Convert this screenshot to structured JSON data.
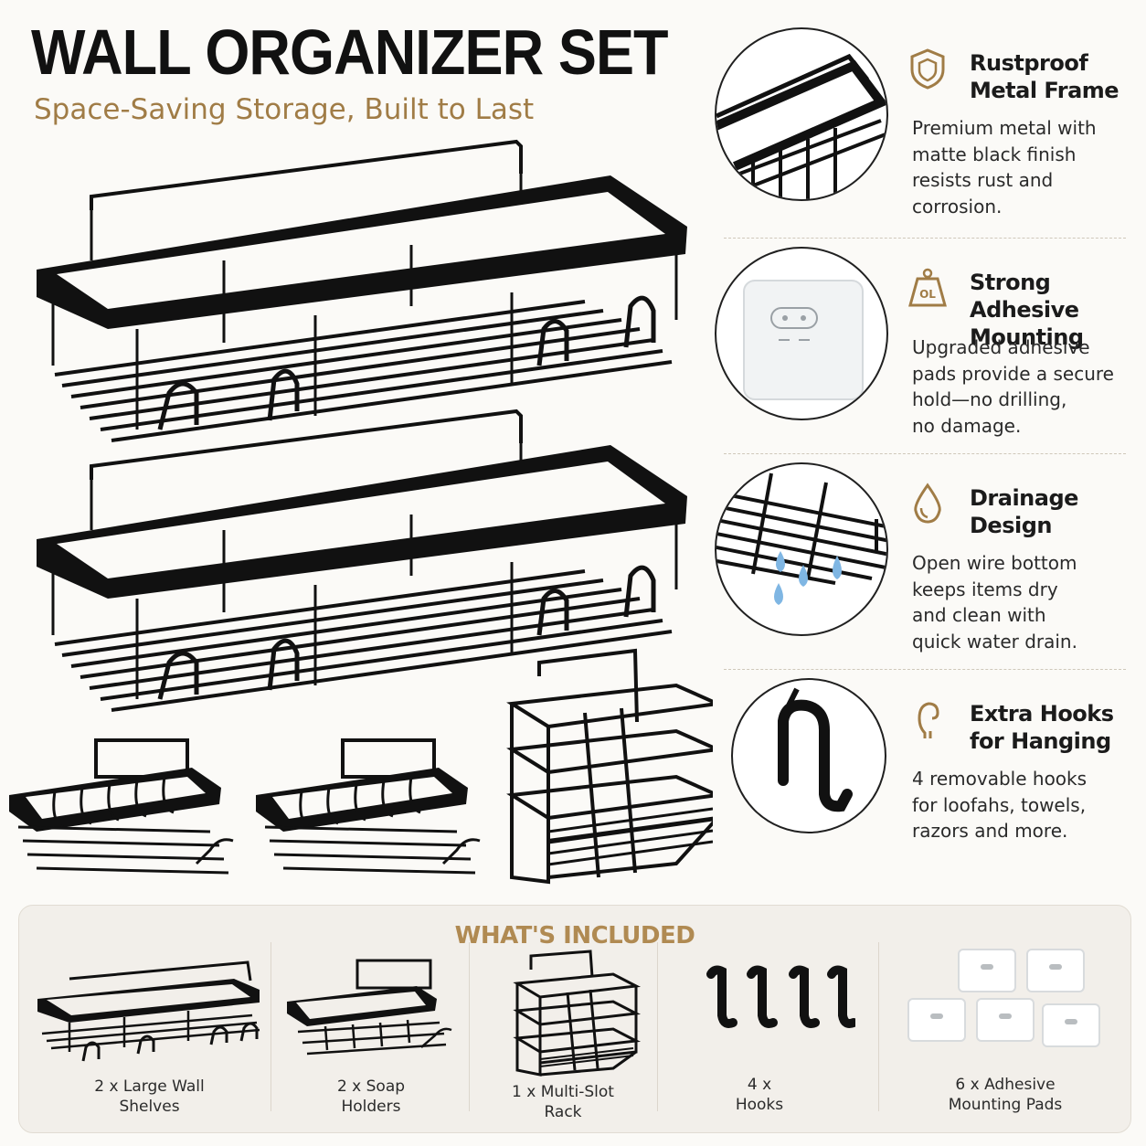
{
  "header": {
    "title": "WALL ORGANIZER SET",
    "subtitle": "Space-Saving Storage, Built to Last"
  },
  "colors": {
    "accent_gold": "#a07c46",
    "metal_black": "#111111",
    "background": "#fbfaf7",
    "water_blue": "#7fb6e3"
  },
  "features": [
    {
      "icon": "shield-icon",
      "heading_line1": "Rustproof",
      "heading_line2": "Metal Frame",
      "text_lines": [
        "Premium metal with",
        "matte black finish",
        "resists rust and",
        "corrosion."
      ]
    },
    {
      "icon": "weight-icon",
      "icon_label": "OL",
      "heading_line1": "Strong Adhesive",
      "heading_line2": "Mounting",
      "text_lines": [
        "Upgraded adhesive",
        "pads provide a secure",
        "hold—no drilling,",
        "no damage."
      ]
    },
    {
      "icon": "water-drop-icon",
      "heading_line1": "Drainage",
      "heading_line2": "Design",
      "text_lines": [
        "Open wire bottom",
        "keeps items dry",
        "and clean with",
        "quick water drain."
      ]
    },
    {
      "icon": "hook-icon",
      "heading_line1": "Extra Hooks",
      "heading_line2": "for Hanging",
      "text_lines": [
        "4 removable hooks",
        "for loofahs, towels,",
        "razors and more."
      ]
    }
  ],
  "included": {
    "title": "WHAT'S INCLUDED",
    "items": [
      {
        "line1": "2 x Large Wall",
        "line2": "Shelves"
      },
      {
        "line1": "2 x Soap",
        "line2": "Holders"
      },
      {
        "line1": "1 x Multi-Slot",
        "line2": "Rack"
      },
      {
        "line1": "4 x",
        "line2": "Hooks"
      },
      {
        "line1": "6 x Adhesive",
        "line2": "Mounting Pads"
      }
    ]
  }
}
